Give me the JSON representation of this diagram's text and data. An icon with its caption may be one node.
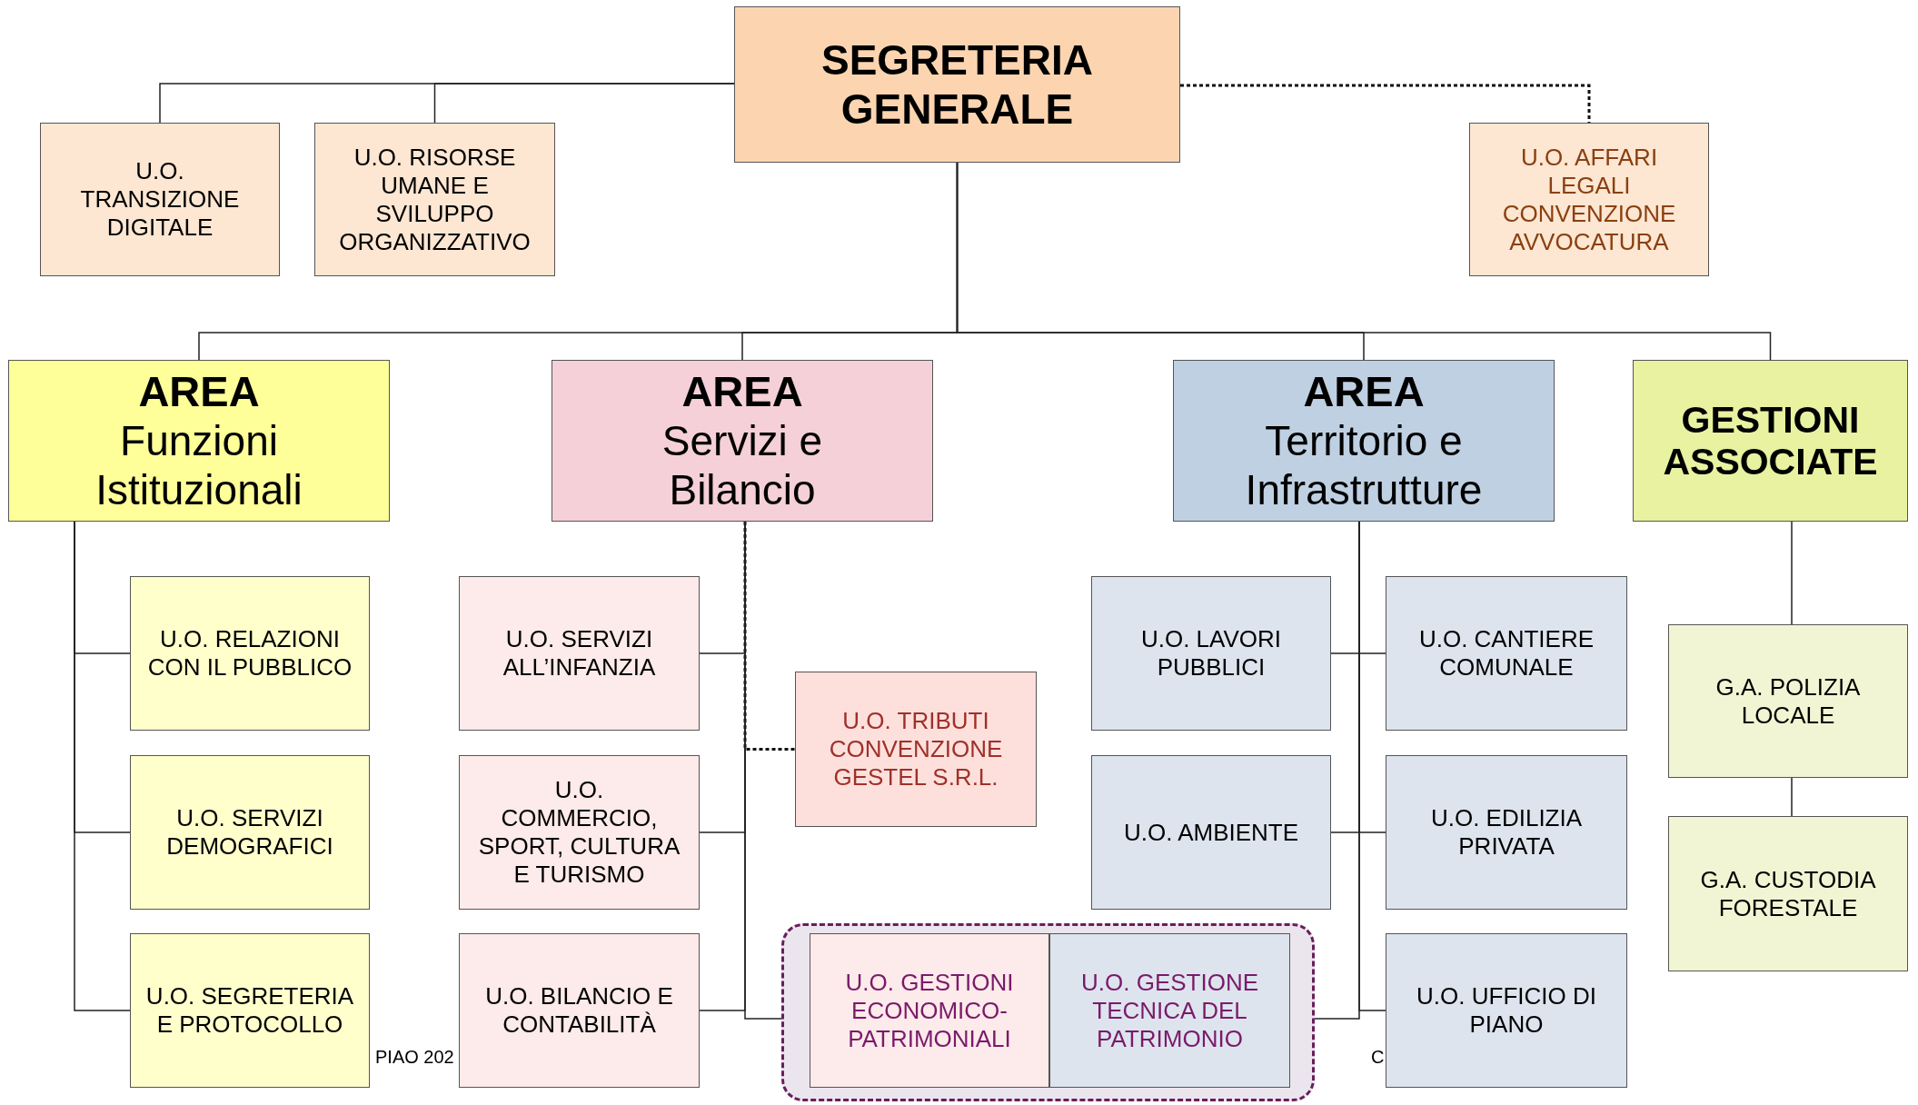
{
  "diagram": {
    "nodes": [
      {
        "text": [
          "SEGRETERIA GENERALE"
        ]
      },
      {
        "text": [
          "U.O. TRANSIZIONE DIGITALE"
        ]
      },
      {
        "text": [
          "U.O. RISORSE UMANE E SVILUPPO ORGANIZZATIVO"
        ]
      },
      {
        "text": [
          "U.O. AFFARI LEGALI CONVENZIONE AVVOCATURA"
        ]
      },
      {
        "text": [
          "AREA",
          "Funzioni Istituzionali"
        ]
      },
      {
        "text": [
          "AREA",
          "Servizi e Bilancio"
        ]
      },
      {
        "text": [
          "AREA",
          "Territorio e Infrastrutture"
        ]
      },
      {
        "text": [
          "GESTIONI ASSOCIATE"
        ]
      },
      {
        "text": [
          "U.O. RELAZIONI CON IL PUBBLICO"
        ]
      },
      {
        "text": [
          "U.O. SERVIZI DEMOGRAFICI"
        ]
      },
      {
        "text": [
          "U.O. SEGRETERIA E PROTOCOLLO"
        ]
      },
      {
        "text": [
          "U.O. SERVIZI ALL’INFANZIA"
        ]
      },
      {
        "text": [
          "U.O. COMMERCIO, SPORT, CULTURA E TURISMO"
        ]
      },
      {
        "text": [
          "U.O. BILANCIO E CONTABILITÀ"
        ]
      },
      {
        "text": [
          "U.O. TRIBUTI CONVENZIONE GESTEL S.R.L."
        ]
      },
      {
        "text": [],
        "shape": "box"
      },
      {
        "text": [
          "U.O. GESTIONI ECONOMICO-PATRIMONIALI"
        ],
        "in": 15
      },
      {
        "text": [
          "U.O. GESTIONE TECNICA DEL PATRIMONIO"
        ],
        "in": 15
      },
      {
        "text": [
          "U.O. LAVORI PUBBLICI"
        ]
      },
      {
        "text": [
          "U.O. CANTIERE COMUNALE"
        ]
      },
      {
        "text": [
          "U.O. AMBIENTE"
        ]
      },
      {
        "text": [
          "U.O. EDILIZIA PRIVATA"
        ]
      },
      {
        "text": [
          "U.O. UFFICIO DI PIANO"
        ]
      },
      {
        "text": [
          "G.A. POLIZIA LOCALE"
        ]
      },
      {
        "text": [
          "G.A. CUSTODIA FORESTALE"
        ]
      }
    ],
    "edges": [
      {
        "from": 0,
        "to": 1,
        "arrow": "none"
      },
      {
        "from": 0,
        "to": 2,
        "arrow": "none"
      },
      {
        "from": 0,
        "to": 3,
        "arrow": "none",
        "style": "dashed"
      },
      {
        "from": 0,
        "to": 4,
        "arrow": "none"
      },
      {
        "from": 0,
        "to": 5,
        "arrow": "none"
      },
      {
        "from": 0,
        "to": 6,
        "arrow": "none"
      },
      {
        "from": 0,
        "to": 7,
        "arrow": "none"
      },
      {
        "from": 4,
        "to": 8,
        "arrow": "none"
      },
      {
        "from": 4,
        "to": 9,
        "arrow": "none"
      },
      {
        "from": 4,
        "to": 10,
        "arrow": "none"
      },
      {
        "from": 5,
        "to": 11,
        "arrow": "none"
      },
      {
        "from": 5,
        "to": 12,
        "arrow": "none"
      },
      {
        "from": 5,
        "to": 13,
        "arrow": "none"
      },
      {
        "from": 5,
        "to": 14,
        "arrow": "none",
        "style": "dashed"
      },
      {
        "from": 5,
        "to": 15,
        "arrow": "none"
      },
      {
        "from": 6,
        "to": 18,
        "arrow": "none"
      },
      {
        "from": 6,
        "to": 19,
        "arrow": "none"
      },
      {
        "from": 6,
        "to": 20,
        "arrow": "none"
      },
      {
        "from": 6,
        "to": 21,
        "arrow": "none"
      },
      {
        "from": 6,
        "to": 22,
        "arrow": "none"
      },
      {
        "from": 6,
        "to": 15,
        "arrow": "none"
      },
      {
        "from": 7,
        "to": 23,
        "arrow": "none"
      },
      {
        "from": 23,
        "to": 24,
        "arrow": "none"
      }
    ],
    "labels": [
      "PIAO 202",
      "C"
    ]
  }
}
